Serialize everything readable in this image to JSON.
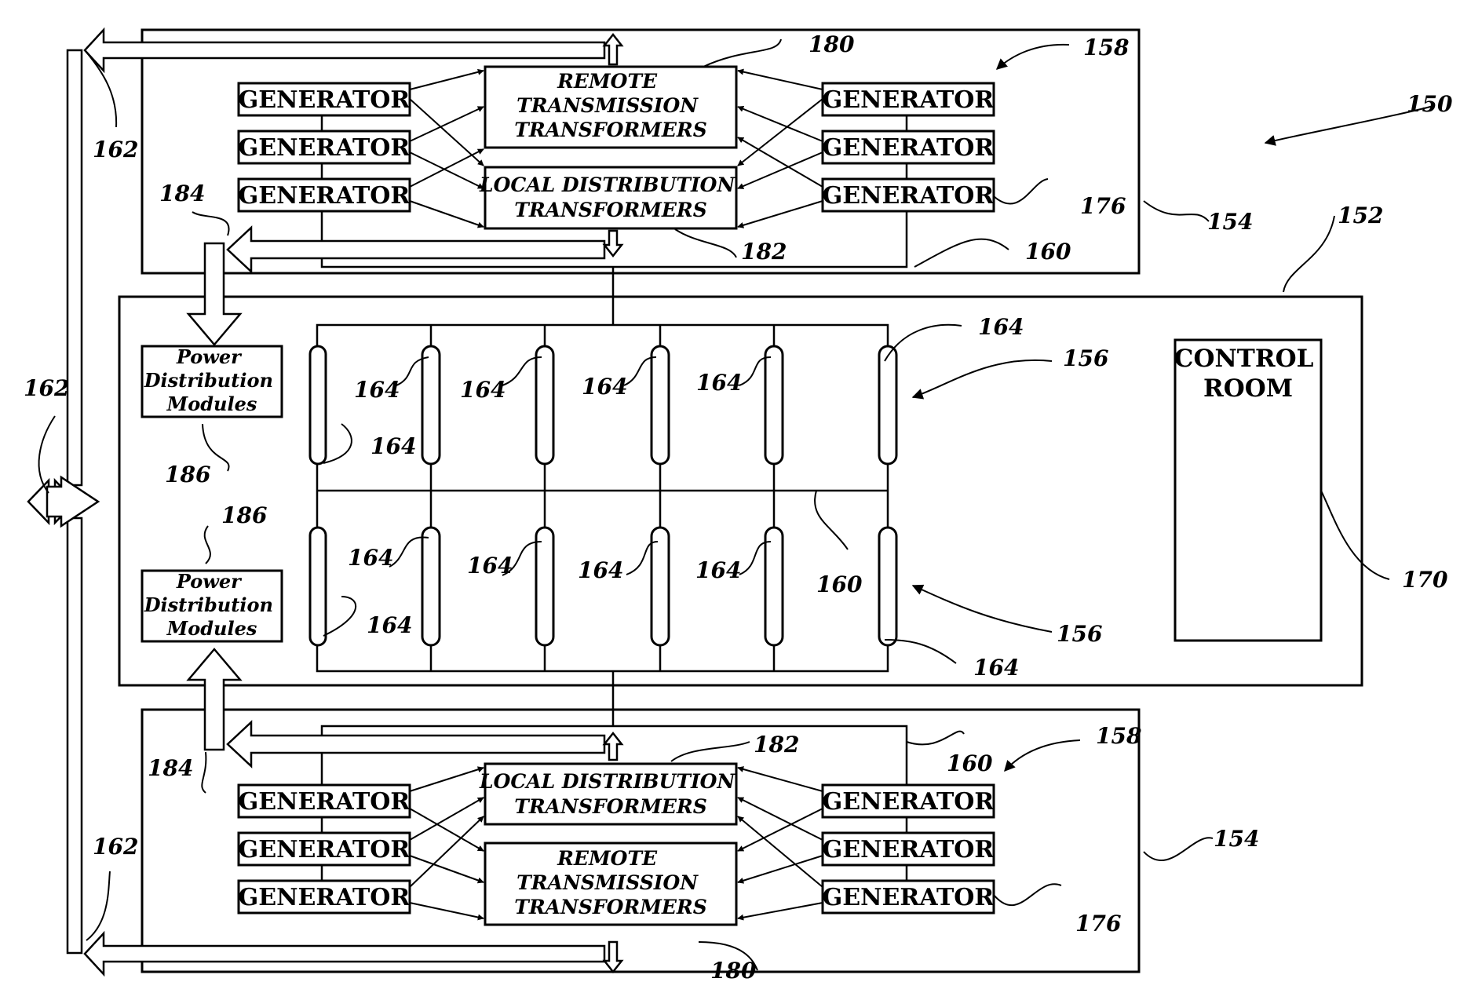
{
  "labels": {
    "generator": "GENERATOR",
    "remote_transmission_lines": [
      "REMOTE",
      "TRANSMISSION",
      "TRANSFORMERS"
    ],
    "local_distribution_lines": [
      "LOCAL DISTRIBUTION",
      "TRANSFORMERS"
    ],
    "power_distribution_lines": [
      "Power",
      "Distribution",
      "Modules"
    ],
    "control_room_lines": [
      "CONTROL",
      "ROOM"
    ]
  },
  "refs": {
    "r150": "150",
    "r152": "152",
    "r154": "154",
    "r156": "156",
    "r158": "158",
    "r160": "160",
    "r162": "162",
    "r164": "164",
    "r170": "170",
    "r176": "176",
    "r180": "180",
    "r182": "182",
    "r184": "184",
    "r186": "186"
  }
}
